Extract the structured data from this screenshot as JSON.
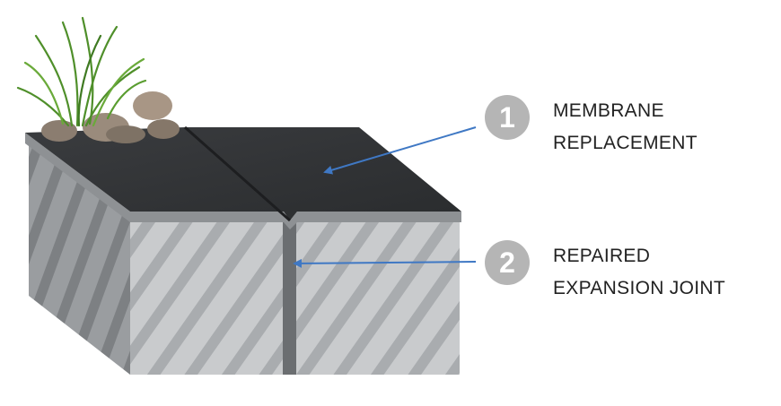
{
  "callouts": [
    {
      "number": "1",
      "line1": "MEMBRANE",
      "line2": "REPLACEMENT"
    },
    {
      "number": "2",
      "line1": "REPAIRED",
      "line2": "EXPANSION JOINT"
    }
  ],
  "colors": {
    "badge": "#b5b5b5",
    "arrow": "#3f78c4",
    "membrane": "#2f3133",
    "concrete": "#c4c6c8",
    "text": "#222222"
  },
  "icons": [
    "grass-tuft-icon",
    "rock-cluster-icon"
  ]
}
